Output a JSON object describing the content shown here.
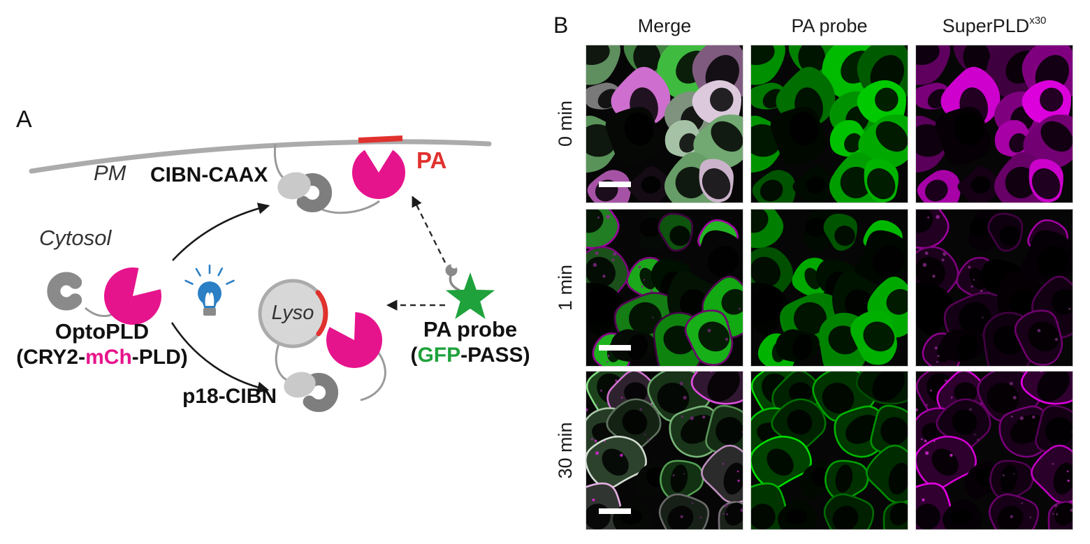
{
  "panel_a": {
    "label": "A",
    "membrane_label": "PM",
    "cytosol_label": "Cytosol",
    "cibn_caax_label": "CIBN-CAAX",
    "pa_label": "PA",
    "optopld_title": "OptoPLD",
    "optopld_construct": {
      "prefix": "(CRY2-",
      "mch": "mCh",
      "suffix": "-PLD)"
    },
    "p18_cibn_label": "p18-CIBN",
    "lyso_label": "Lyso",
    "pa_probe_title": "PA probe",
    "pa_probe_construct": {
      "prefix": "(",
      "gfp": "GFP",
      "suffix": "-PASS)"
    },
    "icons": {
      "light_bulb": "blue-light-bulb-with-rays",
      "star": "green-star-gfp",
      "pacman": "magenta-pld-enzyme",
      "bean": "gray-cry2-cibn-domain"
    },
    "colors": {
      "magenta": "#E6148C",
      "red": "#E0312E",
      "green": "#1FA23C",
      "membrane_gray": "#ABABAB",
      "bulb_blue": "#2B7FC4",
      "light_gray_oval": "#C9C9C9",
      "dark_gray_bean": "#7E7E7E"
    }
  },
  "panel_b": {
    "label": "B",
    "column_headers": [
      {
        "label": "Merge"
      },
      {
        "label": "PA probe"
      },
      {
        "label": "SuperPLD",
        "superscript": "x30"
      }
    ],
    "row_labels": [
      "0 min",
      "1 min",
      "30 min"
    ],
    "channel_colors": {
      "green": "#2CE04E",
      "magenta": "#E32BE3"
    },
    "scale_bar": "white-scale-bar"
  }
}
